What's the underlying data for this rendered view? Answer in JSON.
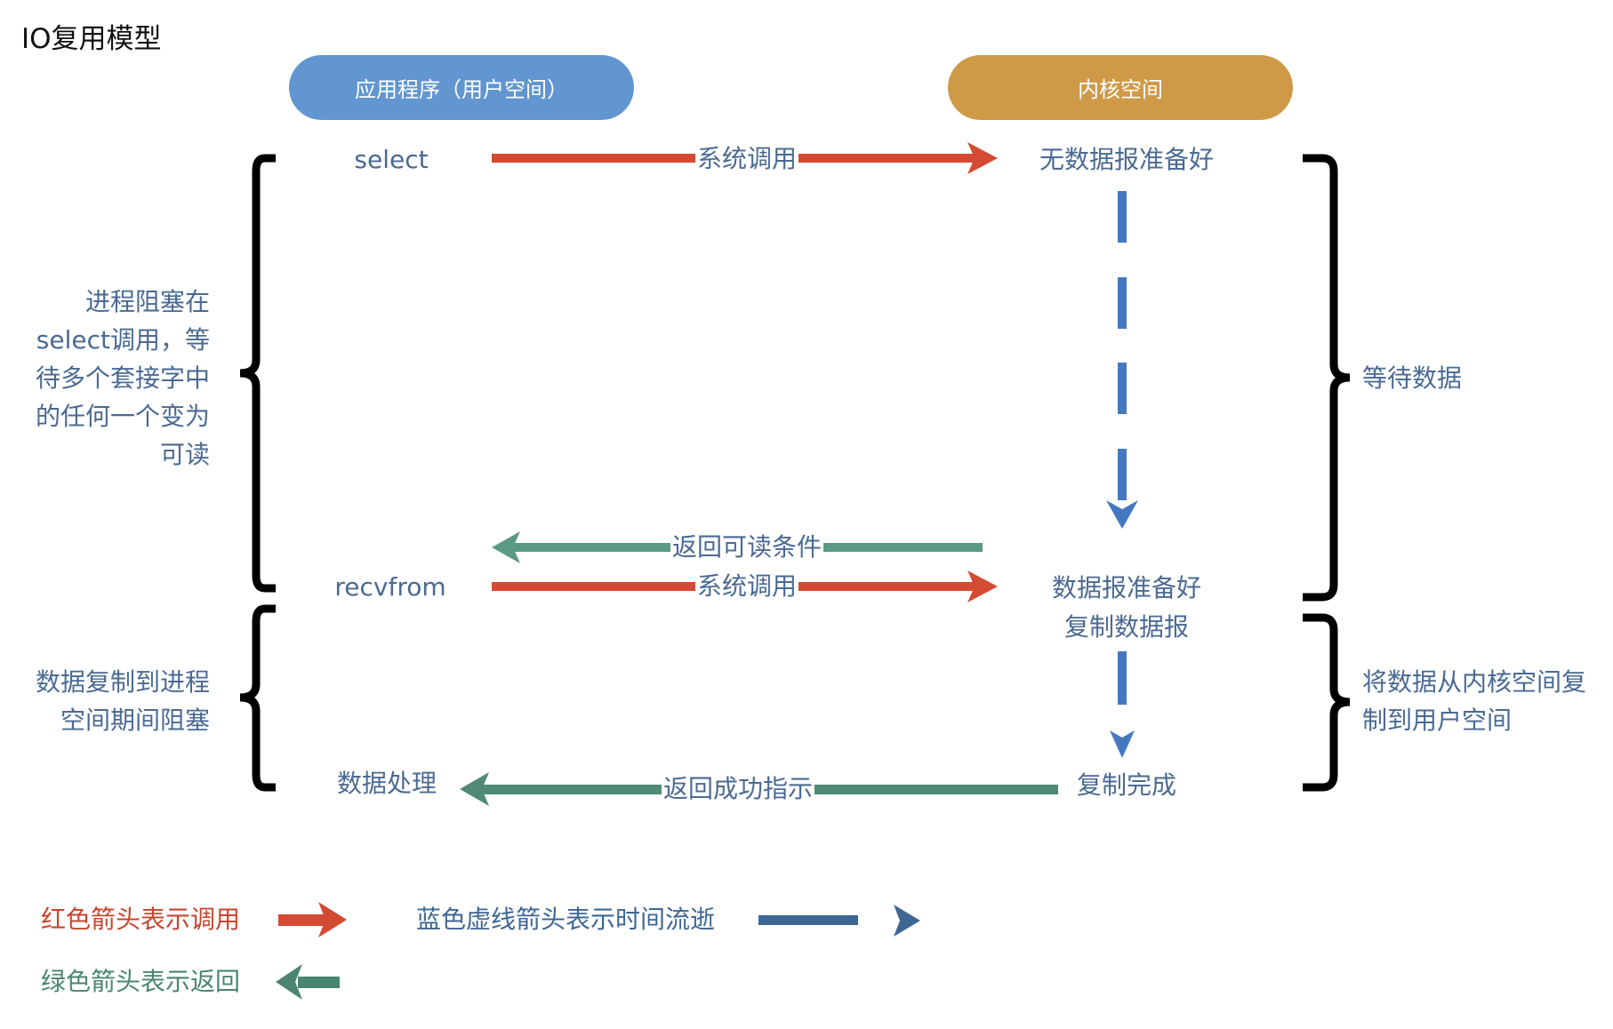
{
  "title": "IO复用模型",
  "columns": {
    "user": "应用程序（用户空间）",
    "kernel": "内核空间"
  },
  "colors": {
    "user_pill": "#6296d0",
    "kernel_pill": "#cf9a48",
    "call_arrow": "#d44a32",
    "return_arrow": "#508a74",
    "time_arrow": "#4478bf",
    "text": "#4a6a92"
  },
  "app_steps": {
    "select": "select",
    "recvfrom": "recvfrom",
    "process": "数据处理"
  },
  "kernel_steps": {
    "no_data": "无数据报准备好",
    "data_ready": "数据报准备好",
    "copy_data": "复制数据报",
    "copy_done": "复制完成"
  },
  "arrows": {
    "syscall_1": "系统调用",
    "return_readable": "返回可读条件",
    "syscall_2": "系统调用",
    "return_success": "返回成功指示"
  },
  "left_notes": {
    "block_select": [
      "进程阻塞在",
      "select调用，等",
      "待多个套接字中",
      "的任何一个变为",
      "可读"
    ],
    "block_copy": [
      "数据复制到进程",
      "空间期间阻塞"
    ]
  },
  "right_notes": {
    "wait_data": "等待数据",
    "copy_kernel_to_user": [
      "将数据从内核空间复",
      "制到用户空间"
    ]
  },
  "legend": {
    "red": "红色箭头表示调用",
    "blue": "蓝色虚线箭头表示时间流逝",
    "green": "绿色箭头表示返回"
  }
}
